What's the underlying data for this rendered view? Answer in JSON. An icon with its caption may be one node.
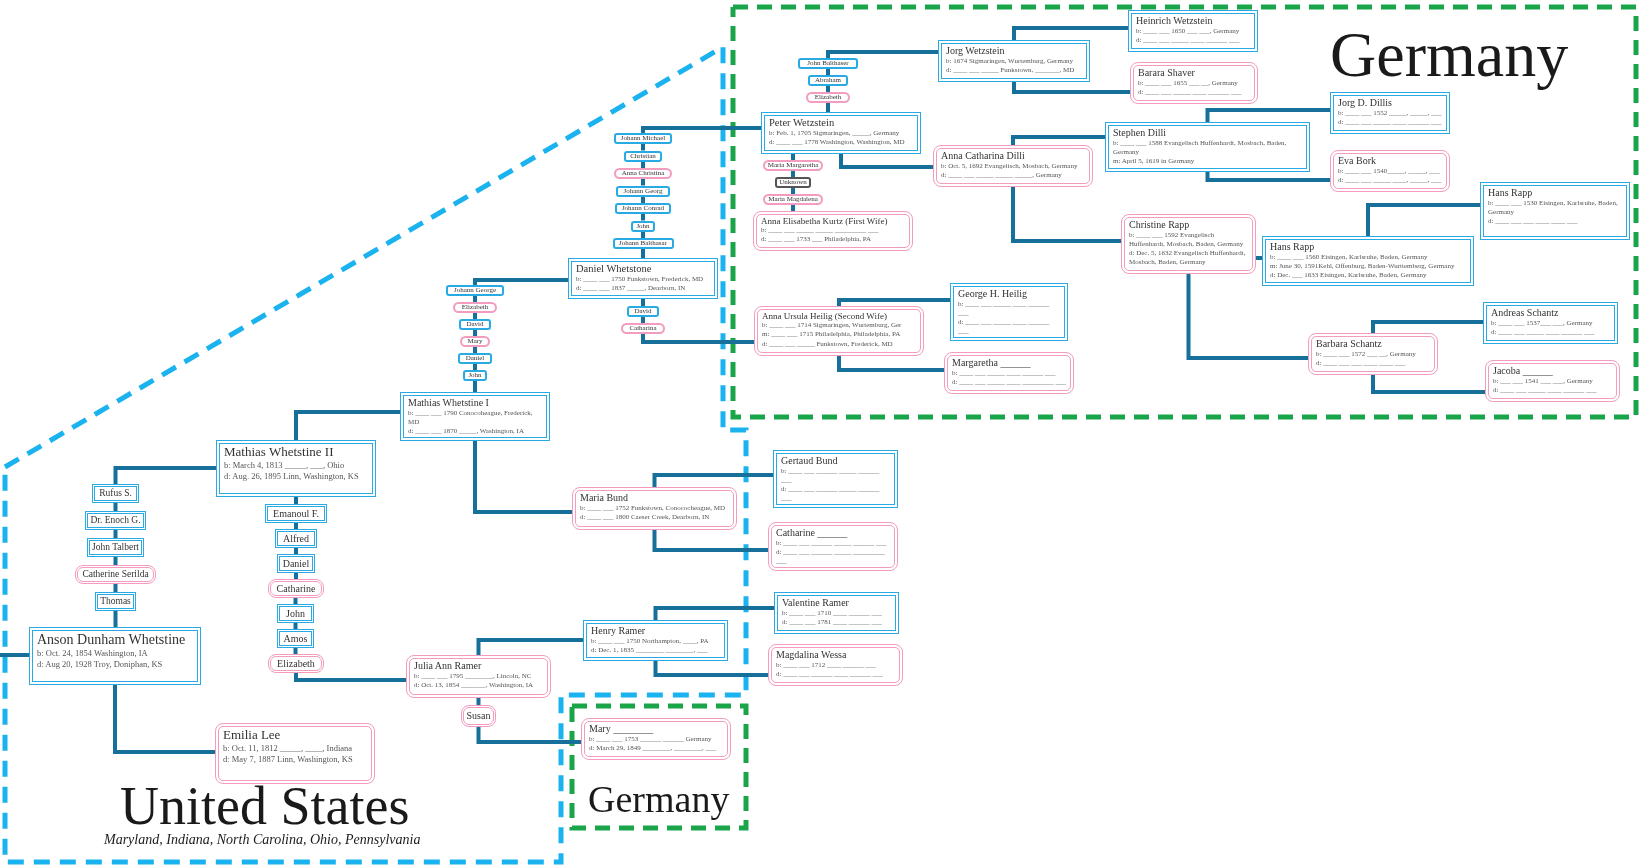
{
  "diagram": {
    "nodes": [
      {
        "text": [
          "Germany"
        ]
      },
      {
        "text": [
          "United States",
          "Maryland, Indiana, North Carolina, Ohio, Pennsylvania"
        ]
      },
      {
        "text": [
          "Germany"
        ]
      },
      {
        "text": [
          "Anson Dunham Whetstine",
          "b: Oct. 24, 1854 Washington, IA",
          "d: Aug 20, 1928 Troy, Doniphan, KS"
        ],
        "in": 1
      },
      {
        "text": [
          "Thomas"
        ],
        "in": 1
      },
      {
        "text": [
          "Catherine Serilda"
        ],
        "in": 1
      },
      {
        "text": [
          "John Talbert"
        ],
        "in": 1
      },
      {
        "text": [
          "Dr. Enoch G."
        ],
        "in": 1
      },
      {
        "text": [
          "Rufus S."
        ],
        "in": 1
      },
      {
        "text": [
          "Emilia Lee",
          "b: Oct. 11, 1812 _____, ____, Indiana",
          "d: May 7, 1887 Linn, Washington, KS"
        ],
        "in": 1
      },
      {
        "text": [
          "Mathias Whetstine II",
          "b: March 4, 1813 _____, ___, Ohio",
          "d: Aug. 26, 1895 Linn, Washington, KS"
        ],
        "in": 1
      },
      {
        "text": [
          "Emanoul F."
        ],
        "in": 1
      },
      {
        "text": [
          "Alfred"
        ],
        "in": 1
      },
      {
        "text": [
          "Daniel"
        ],
        "in": 1
      },
      {
        "text": [
          "Catharine"
        ],
        "in": 1
      },
      {
        "text": [
          "John"
        ],
        "in": 1
      },
      {
        "text": [
          "Amos"
        ],
        "in": 1
      },
      {
        "text": [
          "Elizabeth"
        ],
        "in": 1
      },
      {
        "text": [
          "Julia Ann Ramer",
          "b: ____ ___ 1795 ________, Lincoln, NC",
          "d: Oct. 13, 1854 _______, Washington, IA"
        ],
        "in": 1
      },
      {
        "text": [
          "Susan"
        ],
        "in": 1
      },
      {
        "text": [
          "Mary ________",
          "b: ____ ___ 1753 ______ ______ Germany",
          "d: March 29, 1849 ________, ________, ___"
        ],
        "in": 2
      },
      {
        "text": [
          "Henry Ramer",
          "b: ____ ___ 1750 Northampton, ____, PA",
          "d: Dec. 1, 1835 ________ ________, ___"
        ],
        "in": 1
      },
      {
        "text": [
          "Valentine Ramer",
          "b: ____ ___ 1710 ____ ______ ___",
          "d: ____ ___ 1781 ____ ______ ___"
        ]
      },
      {
        "text": [
          "Magdalina Wessa",
          "b: ____ ___ 1712 ____ ______ ___",
          "d: ____ ___ ______ ____ ______ ___"
        ]
      },
      {
        "text": [
          "Mathias Whetstine I",
          "b: ____ ___ 1790 Conocoheague, Frederick, MD",
          "d: ____ ___ 1870 _____, Washington, IA"
        ],
        "in": 1
      },
      {
        "text": [
          "John"
        ],
        "in": 1
      },
      {
        "text": [
          "Daniel"
        ],
        "in": 1
      },
      {
        "text": [
          "Mary"
        ],
        "in": 1
      },
      {
        "text": [
          "David"
        ],
        "in": 1
      },
      {
        "text": [
          "Elizabeth"
        ],
        "in": 1
      },
      {
        "text": [
          "Johann George"
        ],
        "in": 1
      },
      {
        "text": [
          "Maria Bund",
          "b: ____ ___ 1752 Funkstown, Conococheague, MD",
          "d: ____ ___ 1800 Caeser Creek, Dearborn, IN"
        ],
        "in": 1
      },
      {
        "text": [
          "Gertaud Bund",
          "b: ____ ___ ______ _____ ______ ___",
          "d: ____ ___ ______ _____ ______ ___"
        ]
      },
      {
        "text": [
          "Catharine ______",
          "b: ____ ___ ______ _____ ______ ___",
          "d: ____ ___ ______ _____ _________ ___"
        ]
      },
      {
        "text": [
          "Daniel Whetstone",
          "b: ____ ___ 1750 Funkstown, Frederick, MD",
          "d: ____ ___ 1837 _____, Dearborn, IN"
        ],
        "in": 1
      },
      {
        "text": [
          "Johann Balthasar"
        ],
        "in": 1
      },
      {
        "text": [
          "John"
        ],
        "in": 1
      },
      {
        "text": [
          "Johann Conrad"
        ],
        "in": 1
      },
      {
        "text": [
          "Johann Georg"
        ],
        "in": 1
      },
      {
        "text": [
          "Anna Christina"
        ],
        "in": 1
      },
      {
        "text": [
          "Christian"
        ],
        "in": 1
      },
      {
        "text": [
          "Johann Michael"
        ],
        "in": 1
      },
      {
        "text": [
          "David"
        ],
        "in": 1
      },
      {
        "text": [
          "Catharina"
        ],
        "in": 1
      },
      {
        "text": [
          "Peter Wetzstein",
          "b: Feb. 1, 1705 Sigmaringen, _____, Germany",
          "d: ____ ___ 1778 Washington, Washington, MD"
        ],
        "in": 0
      },
      {
        "text": [
          "Elizabeth"
        ],
        "in": 0
      },
      {
        "text": [
          "Abraham"
        ],
        "in": 0
      },
      {
        "text": [
          "John Balthaser"
        ],
        "in": 0
      },
      {
        "text": [
          "Maria Margaretha"
        ],
        "in": 0
      },
      {
        "text": [
          "Unknown"
        ],
        "in": 0
      },
      {
        "text": [
          "Maria Magdalena"
        ],
        "in": 0
      },
      {
        "text": [
          "Anna Elisabetha Kurtz (First Wife)",
          "b: ____ ___ _____ _____ _________ ___",
          "d: ____ ___ 1733 ___ Philadelphia, PA"
        ],
        "in": 0
      },
      {
        "text": [
          "Anna Ursula Heilig (Second Wife)",
          "b: ____ ___ 1714 Sigmaringen, Wurtemburg, Ger",
          "m: ____ ___ 1715 Philadelphia, Philadelphia, PA",
          "d: ____ ___ _____ Funkstown, Frederick, MD"
        ],
        "in": 0
      },
      {
        "text": [
          "George H. Heilig",
          "b: ____ ___ _____ ____ ______ ___",
          "d: ____ ___ _____ ____ ______ ___"
        ],
        "in": 0
      },
      {
        "text": [
          "Margaretha ______",
          "b: ____ ___ _____ ____ ______ ___",
          "d: ____ ___ _____ ____ _________ ___"
        ],
        "in": 0
      },
      {
        "text": [
          "Jorg Wetzstein",
          "b: 1674 Sigmaringen, Wurtemburg, Germany",
          "d: ____ ___ _____ Funkstown, _______, MD"
        ],
        "in": 0
      },
      {
        "text": [
          "Heinrich Wetzstein",
          "b: ____ ___ 1650 ___ ___, Germany",
          "d: ____ ___ _____ ____ ______ ___"
        ],
        "in": 0
      },
      {
        "text": [
          "Barara Shaver",
          "b: ____ ___ 1655 ___ __, Germany",
          "d: ____ ___ _____ ____ ______ ___"
        ],
        "in": 0
      },
      {
        "text": [
          "Anna Catharina Dilli",
          "b: Oct. 5, 1692 Evangelisch, Mosbach, Germany",
          "d: ____ ___ _____ _____ _____, Germany"
        ],
        "in": 0
      },
      {
        "text": [
          "Stephen Dilli",
          "b: ____ ___ 1588 Evangelisch Huffenhardt, Mosbach, Baden, Germany",
          "m: April 5, 1619 in Germany"
        ],
        "in": 0
      },
      {
        "text": [
          "Jorg D. Dillis",
          "b: ____ ___ 1552 _____, _____, ___",
          "d: ____ ___ _____ ____ ______ ___"
        ],
        "in": 0
      },
      {
        "text": [
          "Eva Bork",
          "b: ____ ___ 1540_____, _____, ___",
          "d: ____ ___ _____ ____, _____, ___"
        ],
        "in": 0
      },
      {
        "text": [
          "Christine Rapp",
          "b: ____ ___ 1592 Evangelisch Huffenhardt, Mosbach, Baden, Germany",
          "d: Dec. 5, 1632 Evangelisch Huffenhardt, Mosbach, Baden, Germany"
        ],
        "in": 0
      },
      {
        "text": [
          "Hans Rapp",
          "b: ____ ___ 1560 Eisingen, Karlsruhe, Baden, Germany",
          "m: June 30, 1591Kehl, Offenburg, Baden-Wurttemberg, Germany",
          "d: Dec. ___ 1633 Eisingen, Karlsruhe, Baden, Germany"
        ],
        "in": 0
      },
      {
        "text": [
          "Hans Rapp",
          "b: ____ ___ 1530 Eisingen, Karlsruhe, Baden, Germany",
          "d: ____ ___ ___ ____ ____ ___"
        ],
        "in": 0
      },
      {
        "text": [
          "Barbara Schantz",
          "b: ____ ___ 1572 ___ __, Germany",
          "d: ____ ___ ___ ____ ____ ___"
        ],
        "in": 0
      },
      {
        "text": [
          "Andreas Schantz",
          "b: ____ ___ 1537___ ___, Germany",
          "d: ____ ___ _____ ____ ______ ___"
        ],
        "in": 0
      },
      {
        "text": [
          "Jacoba ______",
          "b: ___ ___ 1541 ___ ___, Germany",
          "d: ____ ___ _____ ____ ______ ___"
        ],
        "in": 0
      }
    ],
    "edges": [
      {
        "from": null,
        "to": 3,
        "arrow": "none"
      },
      {
        "from": 3,
        "to": 4,
        "arrow": "none"
      },
      {
        "from": 4,
        "to": 5,
        "arrow": "none"
      },
      {
        "from": 5,
        "to": 6,
        "arrow": "none"
      },
      {
        "from": 6,
        "to": 7,
        "arrow": "none"
      },
      {
        "from": 7,
        "to": 8,
        "arrow": "none"
      },
      {
        "from": 8,
        "to": 10,
        "arrow": "none"
      },
      {
        "from": 3,
        "to": 9,
        "arrow": "none"
      },
      {
        "from": 10,
        "to": 11,
        "arrow": "none"
      },
      {
        "from": 11,
        "to": 12,
        "arrow": "none"
      },
      {
        "from": 12,
        "to": 13,
        "arrow": "none"
      },
      {
        "from": 13,
        "to": 14,
        "arrow": "none"
      },
      {
        "from": 14,
        "to": 15,
        "arrow": "none"
      },
      {
        "from": 15,
        "to": 16,
        "arrow": "none"
      },
      {
        "from": 16,
        "to": 17,
        "arrow": "none"
      },
      {
        "from": 17,
        "to": 18,
        "arrow": "none"
      },
      {
        "from": 18,
        "to": 19,
        "arrow": "none"
      },
      {
        "from": 19,
        "to": 20,
        "arrow": "none"
      },
      {
        "from": 18,
        "to": 21,
        "arrow": "none"
      },
      {
        "from": 21,
        "to": 22,
        "arrow": "none"
      },
      {
        "from": 21,
        "to": 23,
        "arrow": "none"
      },
      {
        "from": 10,
        "to": 24,
        "arrow": "none"
      },
      {
        "from": 24,
        "to": 25,
        "arrow": "none"
      },
      {
        "from": 25,
        "to": 26,
        "arrow": "none"
      },
      {
        "from": 26,
        "to": 27,
        "arrow": "none"
      },
      {
        "from": 27,
        "to": 28,
        "arrow": "none"
      },
      {
        "from": 28,
        "to": 29,
        "arrow": "none"
      },
      {
        "from": 29,
        "to": 30,
        "arrow": "none"
      },
      {
        "from": 30,
        "to": 34,
        "arrow": "none"
      },
      {
        "from": 24,
        "to": 31,
        "arrow": "none"
      },
      {
        "from": 31,
        "to": 32,
        "arrow": "none"
      },
      {
        "from": 31,
        "to": 33,
        "arrow": "none"
      },
      {
        "from": 34,
        "to": 35,
        "arrow": "none"
      },
      {
        "from": 35,
        "to": 36,
        "arrow": "none"
      },
      {
        "from": 36,
        "to": 37,
        "arrow": "none"
      },
      {
        "from": 37,
        "to": 38,
        "arrow": "none"
      },
      {
        "from": 38,
        "to": 39,
        "arrow": "none"
      },
      {
        "from": 39,
        "to": 40,
        "arrow": "none"
      },
      {
        "from": 40,
        "to": 41,
        "arrow": "none"
      },
      {
        "from": 41,
        "to": 44,
        "arrow": "none"
      },
      {
        "from": 34,
        "to": 42,
        "arrow": "none"
      },
      {
        "from": 42,
        "to": 43,
        "arrow": "none"
      },
      {
        "from": 43,
        "to": 52,
        "arrow": "none"
      },
      {
        "from": 44,
        "to": 45,
        "arrow": "none"
      },
      {
        "from": 45,
        "to": 46,
        "arrow": "none"
      },
      {
        "from": 46,
        "to": 47,
        "arrow": "none"
      },
      {
        "from": 47,
        "to": 55,
        "arrow": "none"
      },
      {
        "from": 44,
        "to": 58,
        "arrow": "none"
      },
      {
        "from": 44,
        "to": 48,
        "arrow": "none"
      },
      {
        "from": 48,
        "to": 49,
        "arrow": "none"
      },
      {
        "from": 49,
        "to": 50,
        "arrow": "none"
      },
      {
        "from": 50,
        "to": 51,
        "arrow": "none"
      },
      {
        "from": 52,
        "to": 53,
        "arrow": "none"
      },
      {
        "from": 52,
        "to": 54,
        "arrow": "none"
      },
      {
        "from": 55,
        "to": 56,
        "arrow": "none"
      },
      {
        "from": 55,
        "to": 57,
        "arrow": "none"
      },
      {
        "from": 58,
        "to": 59,
        "arrow": "none"
      },
      {
        "from": 58,
        "to": 62,
        "arrow": "none"
      },
      {
        "from": 59,
        "to": 60,
        "arrow": "none"
      },
      {
        "from": 59,
        "to": 61,
        "arrow": "none"
      },
      {
        "from": 62,
        "to": 63,
        "arrow": "none"
      },
      {
        "from": 62,
        "to": 65,
        "arrow": "none"
      },
      {
        "from": 63,
        "to": 64,
        "arrow": "none"
      },
      {
        "from": 65,
        "to": 66,
        "arrow": "none"
      },
      {
        "from": 65,
        "to": 67,
        "arrow": "none"
      }
    ]
  }
}
